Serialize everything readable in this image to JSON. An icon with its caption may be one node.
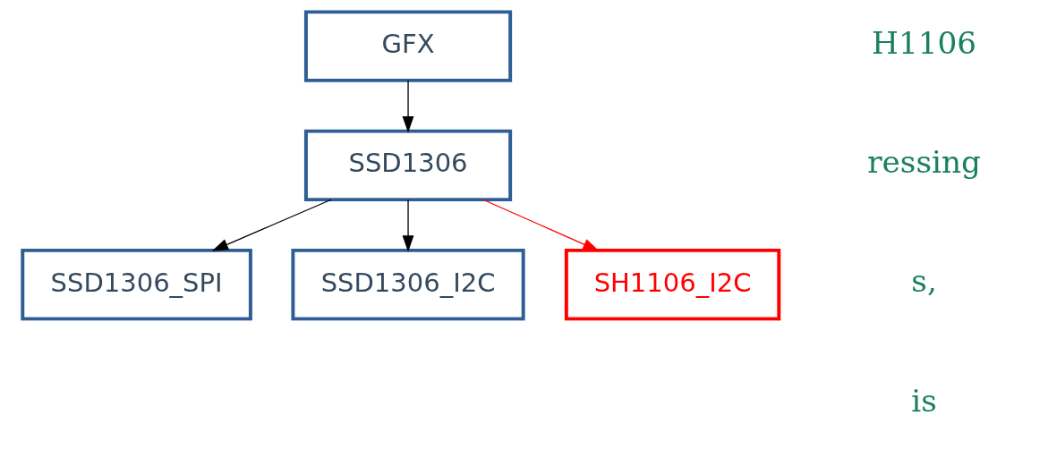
{
  "diagram": {
    "nodes": [
      {
        "text": [
          "GFX"
        ]
      },
      {
        "text": [
          "SSD1306"
        ]
      },
      {
        "text": [
          "SSD1306_SPI"
        ]
      },
      {
        "text": [
          "SSD1306_I2C"
        ]
      },
      {
        "text": [
          "SH1106_I2C"
        ]
      }
    ],
    "edges": [
      {
        "from": 0,
        "to": 1,
        "arrow": "to"
      },
      {
        "from": 1,
        "to": 2,
        "arrow": "to"
      },
      {
        "from": 1,
        "to": 3,
        "arrow": "to"
      },
      {
        "from": 1,
        "to": 4,
        "arrow": "to",
        "color": "#ff0000"
      }
    ],
    "labels": [
      "H1106",
      "ressing",
      "s,",
      "is"
    ]
  }
}
